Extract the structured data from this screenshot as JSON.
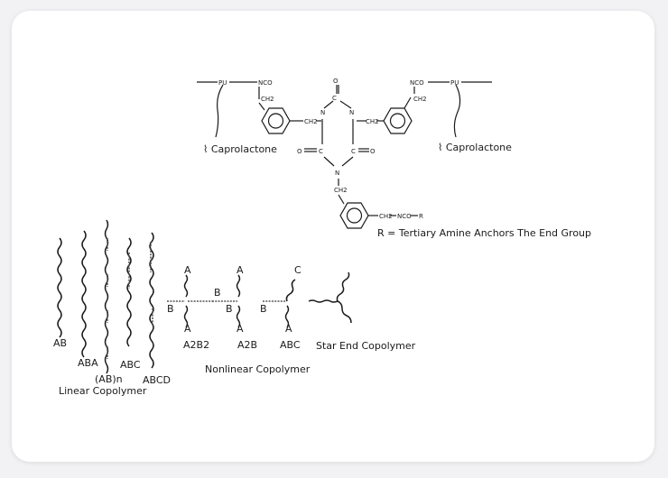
{
  "chemistry": {
    "pu_left": "PU",
    "pu_right": "PU",
    "nco_left": "NCO",
    "nco_right": "NCO",
    "nco_bottom": "NCO",
    "ch2_left_top": "CH2",
    "ch2_right_top": "CH2",
    "ch2_left": "CH2",
    "ch2_right": "CH2",
    "ch2_bottom_n": "CH2",
    "ch2_bottom_r": "CH2",
    "n_top_left": "N",
    "n_top_right": "N",
    "n_bottom": "N",
    "c_top": "C",
    "c_left": "C",
    "c_right": "C",
    "o_top": "O",
    "o_left": "O",
    "o_right": "O",
    "r_symbol": "R",
    "caprolactone_left": "Caprolactone",
    "caprolactone_right": "Caprolactone",
    "r_legend": "R = Tertiary Amine Anchors The End Group"
  },
  "linear": {
    "labels": [
      "AB",
      "ABA",
      "(AB)n",
      "ABC",
      "ABCD"
    ],
    "caption": "Linear Copolymer"
  },
  "nonlinear": {
    "a2b2_letters": {
      "top": "A",
      "left": "B",
      "right": "B",
      "bottom": "A"
    },
    "a2b_letters": {
      "top": "A",
      "left": "B",
      "bottom": "A"
    },
    "abc_letters": {
      "top": "C",
      "left": "B",
      "bottom": "A"
    },
    "labels": [
      "A2B2",
      "A2B",
      "ABC",
      "Star End Copolymer"
    ],
    "caption": "Nonlinear Copolymer"
  }
}
